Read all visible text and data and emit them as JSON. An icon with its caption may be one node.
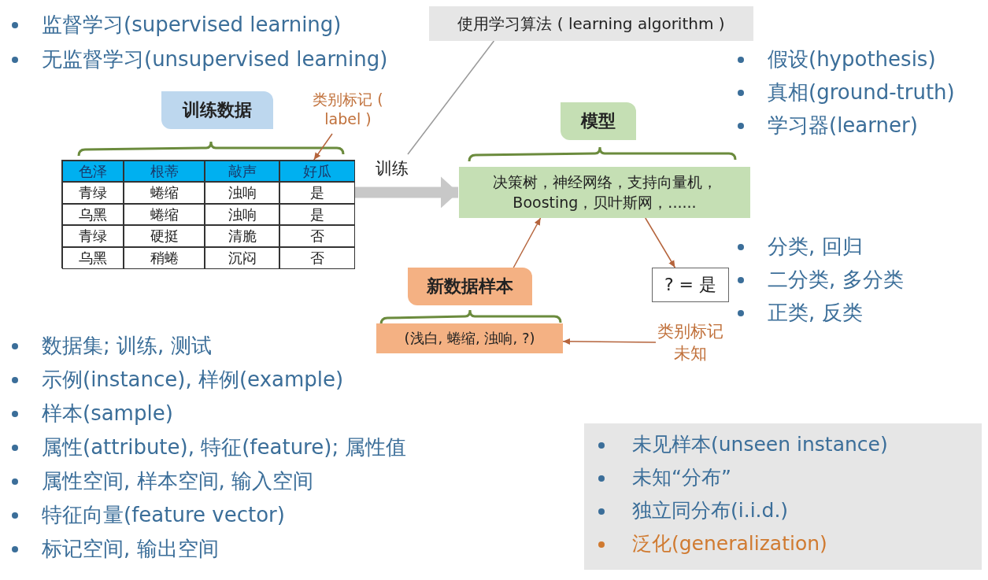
{
  "diagram": {
    "nodes": [
      {
        "text": [
          "训练数据"
        ]
      },
      {
        "text": [],
        "shape": "box"
      },
      {
        "text": [
          "类别标记 ( label )"
        ]
      },
      {
        "text": [
          "使用学习算法 ( learning algorithm )"
        ]
      },
      {
        "text": [
          "模型"
        ]
      },
      {
        "text": [
          "决策树，神经网络，支持向量机， Boosting，贝叶斯网，......"
        ]
      },
      {
        "text": [
          "新数据样本"
        ]
      },
      {
        "text": [
          "(浅白, 蜷缩, 浊响, ?)"
        ]
      },
      {
        "text": [
          "? = 是"
        ]
      },
      {
        "text": [
          "类别标记未知"
        ]
      },
      {
        "text": [
          "未见样本(unseen instance)",
          "未知“分布”",
          "独立同分布(i.i.d.)",
          "泛化(generalization)"
        ]
      }
    ],
    "edges": [
      {
        "from": 1,
        "to": 5,
        "arrow": "to",
        "label": "训练",
        "style": "thick",
        "color": "#c8c8c8"
      },
      {
        "from": 3,
        "to": null,
        "arrow": "none",
        "color": "#9a9a9a"
      },
      {
        "from": 2,
        "to": 1,
        "arrow": "to"
      },
      {
        "from": 6,
        "to": 5,
        "arrow": "to"
      },
      {
        "from": 5,
        "to": 8,
        "arrow": "to"
      },
      {
        "from": 9,
        "to": 7,
        "arrow": "to"
      }
    ],
    "labels": [
      "监督学习(supervised learning)",
      "无监督学习(unsupervised learning)",
      "假设(hypothesis)",
      "真相(ground-truth)",
      "学习器(learner)",
      "色泽",
      "根蒂",
      "敲声",
      "好瓜",
      "青绿",
      "蜷缩",
      "浊响",
      "是",
      "乌黑",
      "蜷缩",
      "浊响",
      "是",
      "青绿",
      "硬挺",
      "清脆",
      "否",
      "乌黑",
      "稍蜷",
      "沉闷",
      "否",
      "分类, 回归",
      "二分类, 多分类",
      "正类, 反类",
      "数据集; 训练, 测试",
      "示例(instance), 样例(example)",
      "样本(sample)",
      "属性(attribute), 特征(feature); 属性值",
      "属性空间, 样本空间, 输入空间",
      "特征向量(feature vector)",
      "标记空间, 输出空间"
    ]
  }
}
